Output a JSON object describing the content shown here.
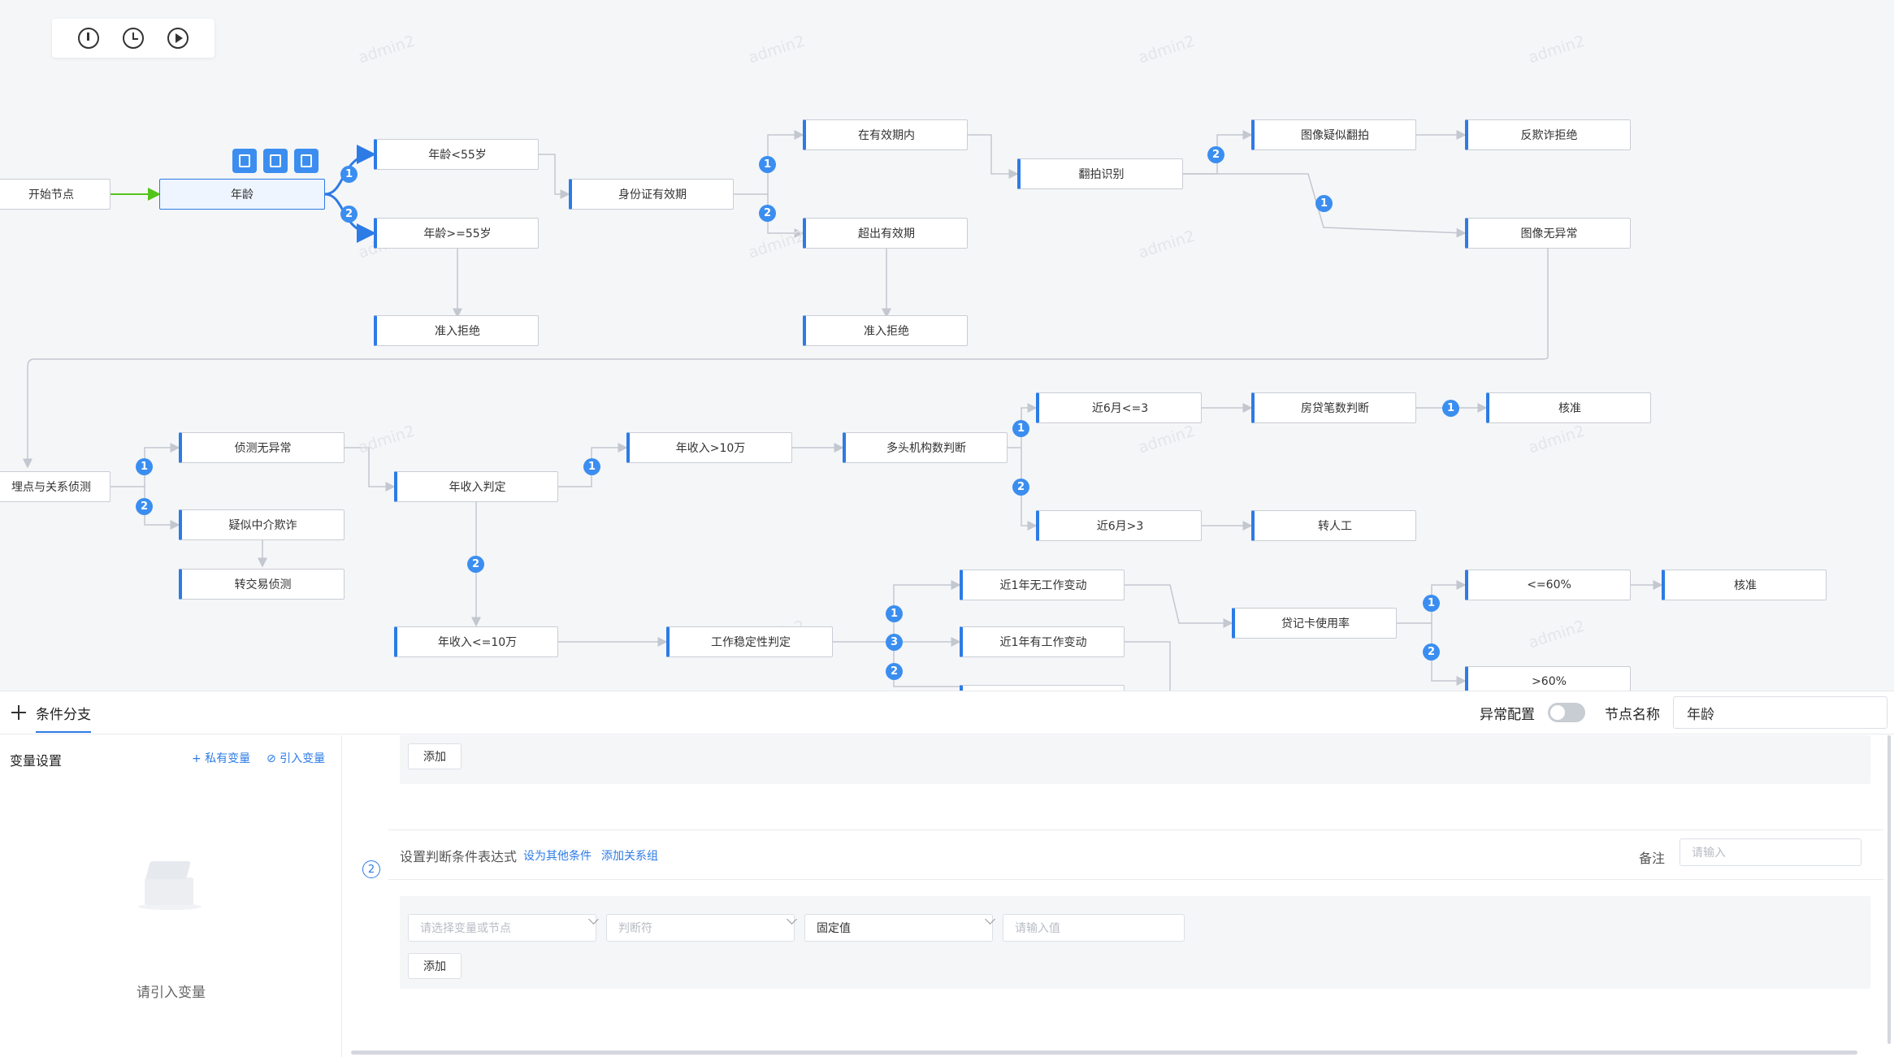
{
  "toolbar": {
    "icons": [
      "info-icon",
      "clock-icon",
      "play-icon"
    ]
  },
  "watermark": "admin2",
  "nodes": {
    "start": "开始节点",
    "age": "年龄",
    "age_lt55": "年龄<55岁",
    "age_ge55": "年龄>=55岁",
    "reject1": "准入拒绝",
    "id_valid": "身份证有效期",
    "in_valid": "在有效期内",
    "out_valid": "超出有效期",
    "reject2": "准入拒绝",
    "remake": "翻拍识别",
    "suspect_remake": "图像疑似翻拍",
    "anti_fraud_reject": "反欺诈拒绝",
    "img_normal": "图像无异常",
    "bury_detect": "埋点与关系侦测",
    "detect_normal": "侦测无异常",
    "suspect_fraud": "疑似中介欺诈",
    "trade_detect": "转交易侦测",
    "income_judge": "年收入判定",
    "income_gt10": "年收入>10万",
    "multi_inst": "多头机构数判断",
    "m6_le3": "近6月<=3",
    "m6_gt3": "近6月>3",
    "mortgage": "房贷笔数判断",
    "approve1": "核准",
    "manual": "转人工",
    "income_le10": "年收入<=10万",
    "job_stable": "工作稳定性判定",
    "no_job_change": "近1年无工作变动",
    "job_change": "近1年有工作变动",
    "card_usage": "贷记卡使用率",
    "le60": "<=60%",
    "gt60": ">60%",
    "approve2": "核准"
  },
  "badges": {
    "one": "1",
    "two": "2",
    "three": "3"
  },
  "panel": {
    "tab": "条件分支",
    "abnormal_config": "异常配置",
    "node_name_label": "节点名称",
    "node_name_value": "年龄",
    "var_settings": "变量设置",
    "private_var": "+ 私有变量",
    "import_var": "⊘ 引入变量",
    "empty_text": "请引入变量",
    "add": "添加",
    "cond_num": "2",
    "cond_title": "设置判断条件表达式",
    "set_other": "设为其他条件",
    "add_group": "添加关系组",
    "remark": "备注",
    "remark_placeholder": "请输入",
    "select_var_placeholder": "请选择变量或节点",
    "operator_placeholder": "判断符",
    "fixed_value": "固定值",
    "value_placeholder": "请输入值"
  },
  "colors": {
    "accent": "#2d7be5",
    "start_edge": "#52c41a",
    "edge": "#c3c7cf"
  }
}
